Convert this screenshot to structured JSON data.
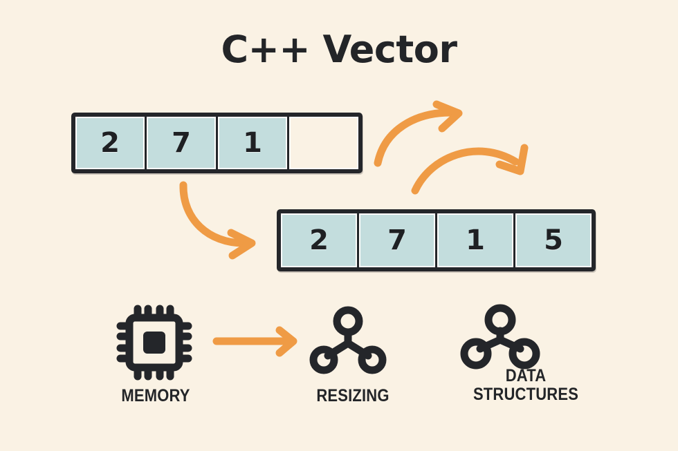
{
  "title": "C++ Vector",
  "background_color": "#faf2e4",
  "colors": {
    "background": "#faf2e4",
    "cell_fill": "#c3dddd",
    "cell_empty_fill": "#faf2e4",
    "outline": "#24262a",
    "arrow": "#ef9b45",
    "text": "#232528"
  },
  "arrays": {
    "before": {
      "name": "vector-before-push",
      "cells": [
        {
          "value": "2",
          "filled": true
        },
        {
          "value": "7",
          "filled": true
        },
        {
          "value": "1",
          "filled": true
        },
        {
          "value": "",
          "filled": false
        }
      ]
    },
    "after": {
      "name": "vector-after-push",
      "cells": [
        {
          "value": "2",
          "filled": true
        },
        {
          "value": "7",
          "filled": true
        },
        {
          "value": "1",
          "filled": true
        },
        {
          "value": "5",
          "filled": true
        }
      ]
    }
  },
  "arrows": [
    {
      "name": "arrow-reallocate-up",
      "style": "curved",
      "direction": "up-right"
    },
    {
      "name": "arrow-reallocate-down",
      "style": "curved",
      "direction": "arc-right-down"
    },
    {
      "name": "arrow-copy-down",
      "style": "curved",
      "direction": "down-right"
    },
    {
      "name": "arrow-memory-to-resizing",
      "style": "straight",
      "direction": "right"
    }
  ],
  "concepts": [
    {
      "icon": "cpu-chip-icon",
      "label": "MEMORY"
    },
    {
      "icon": "tree-node-icon",
      "label": "RESIZING"
    },
    {
      "icon": "tree-node-icon",
      "label": "DATA\nSTRUCTURES",
      "label_line1": "DATA",
      "label_line2": "STRUCTURES"
    }
  ]
}
